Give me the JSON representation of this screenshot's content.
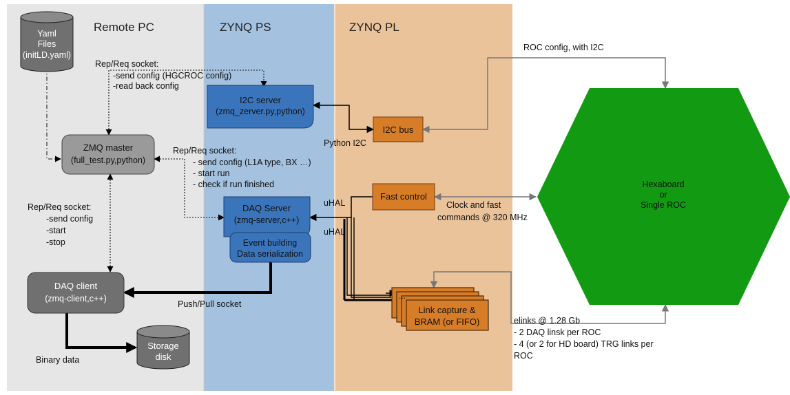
{
  "regions": {
    "remote_pc": "Remote PC",
    "zynq_ps": "ZYNQ PS",
    "zynq_pl": "ZYNQ PL"
  },
  "yaml_files": [
    "Yaml",
    "Files",
    "(initLD.yaml)"
  ],
  "zmq_master": [
    "ZMQ master",
    "(full_test.py,python)"
  ],
  "daq_client": [
    "DAQ client",
    "(zmq-client,c++)"
  ],
  "storage_disk": [
    "Storage",
    "disk"
  ],
  "i2c_server": [
    "I2C server",
    "(zmq_zerver.py,python)"
  ],
  "daq_server": [
    "DAQ Server",
    "(zmq-server,c++)"
  ],
  "event_building": [
    "Event building",
    "Data serialization"
  ],
  "i2c_bus": "I2C bus",
  "fast_control": "Fast control",
  "link_capture": [
    "Link capture &",
    "BRAM (or FIFO)"
  ],
  "link_capture_ellipsis": "...",
  "hexaboard": [
    "Hexaboard",
    "or",
    "Single ROC"
  ],
  "labels": {
    "reqrep_i2c": [
      "Rep/Req  socket:",
      "-send config (HGCROC config)",
      "-read back config"
    ],
    "reqrep_daq": [
      "Rep/Req  socket:",
      "- send config (L1A type, BX …)",
      "- start run",
      "- check if run finished"
    ],
    "reqrep_client": [
      "Rep/Req  socket:",
      "-send config",
      "-start",
      "-stop"
    ],
    "push_pull": "Push/Pull socket",
    "binary_data": "Binary data",
    "python_i2c": "Python I2C",
    "uhal_1": "uHAL",
    "uhal_2": "uHAL",
    "roc_config": "ROC config, with I2C",
    "clock_fast": [
      "Clock and fast",
      "commands @ 320 MHz"
    ],
    "elinks": [
      "elinks @ 1.28 Gb",
      "- 2 DAQ linsk per ROC",
      "- 4 (or 2 for HD board) TRG links per",
      "ROC"
    ]
  },
  "colors": {
    "remote_pc_bg": "#e6e6e6",
    "zynq_ps_bg": "#a4c2e0",
    "zynq_pl_bg": "#eac39b",
    "gray_box": "#9a9a9a",
    "dark_gray_box": "#707070",
    "blue_box": "#3a75bc",
    "orange_box": "#d77d28",
    "hexagon": "#129b12"
  }
}
